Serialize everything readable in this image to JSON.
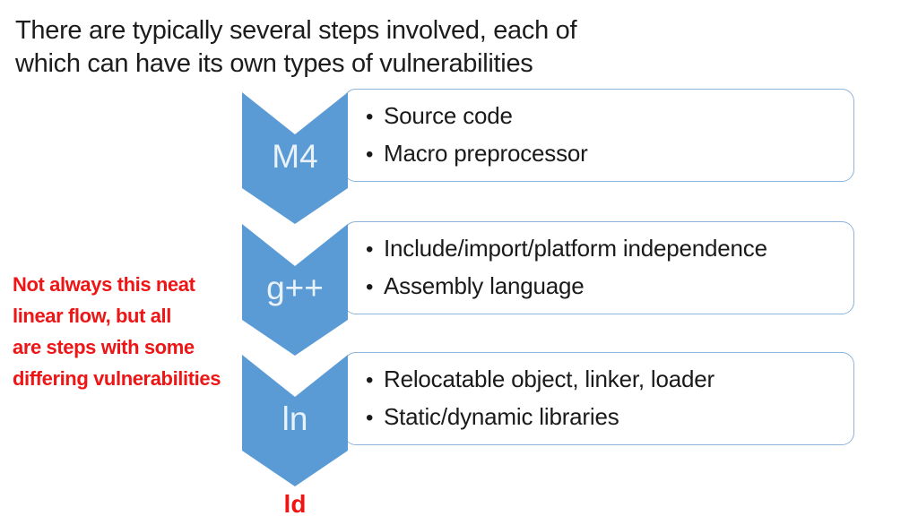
{
  "slide": {
    "title": {
      "lines": [
        "There are typically several steps involved, each of",
        "which can have its own types of vulnerabilities"
      ]
    },
    "note": {
      "lines": [
        "Not always this neat",
        "linear flow, but all",
        "are steps with some",
        "differing vulnerabilities"
      ]
    },
    "diagram": {
      "bullet_char": "•",
      "steps": [
        {
          "tool": "M4",
          "bullets": [
            "Source code",
            "Macro preprocessor"
          ]
        },
        {
          "tool": "g++",
          "bullets": [
            "Include/import/platform independence",
            "Assembly language"
          ]
        },
        {
          "tool": "ln",
          "bullets": [
            "Relocatable object, linker, loader",
            "Static/dynamic libraries"
          ]
        }
      ],
      "final_tool": "ld"
    },
    "colors": {
      "chevron_blue": "#5B9BD5",
      "box_border": "#8EB4DB",
      "note_red": "#ED1515",
      "title_color": "#1C1C1C",
      "chevron_label_color": "#E9F1F9"
    }
  }
}
